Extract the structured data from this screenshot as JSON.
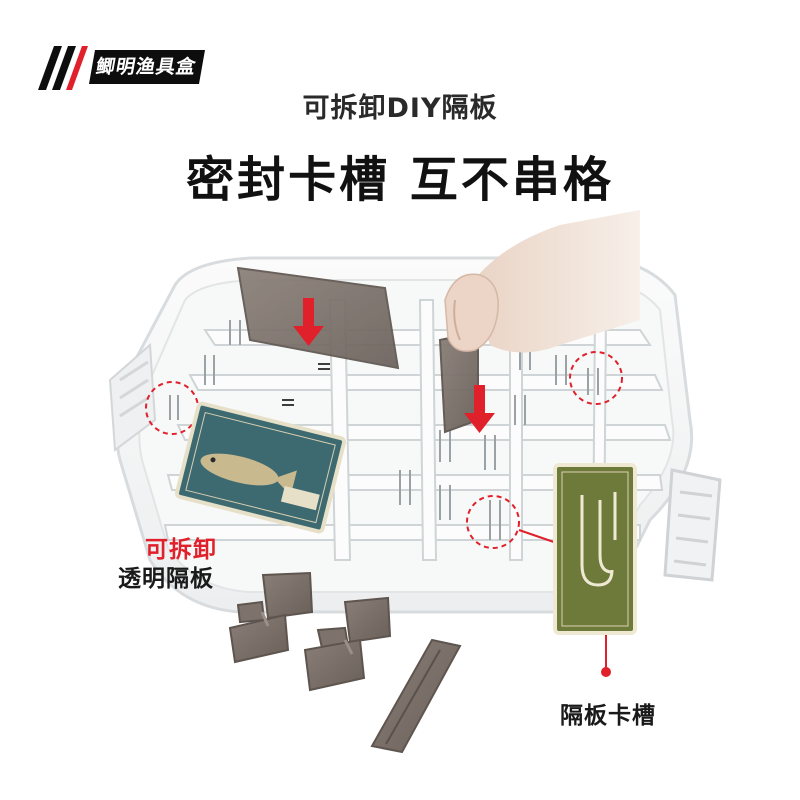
{
  "brand": {
    "logo_text": "鲫明渔具盒",
    "mark_name": "brand-mark"
  },
  "headline": {
    "subtitle": "可拆卸DIY隔板",
    "title": "密封卡槽 互不串格"
  },
  "callouts": {
    "removable_red": "可拆卸",
    "transparent_divider": "透明隔板",
    "divider_slot": "隔板卡槽"
  },
  "colors": {
    "accent_red": "#e0202a",
    "divider_brown": "#7a6f68",
    "box_clear": "#f2f4f5",
    "sticker_green": "#6e7a3a",
    "sticker_teal": "#3d6a70"
  },
  "icons": {
    "down_arrow": "down-arrow-icon",
    "dashed_circle": "dashed-circle-icon",
    "callout_dot": "callout-dot-icon"
  }
}
